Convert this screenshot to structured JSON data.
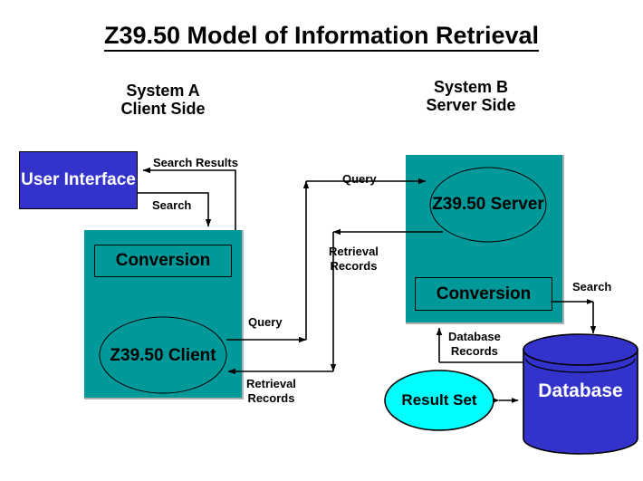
{
  "title": "Z39.50 Model of Information Retrieval",
  "systems": {
    "a": "System A\nClient Side",
    "b": "System B\nServer Side"
  },
  "nodes": {
    "user_interface": "User\nInterface",
    "conversion_client": "Conversion",
    "z3950_client": "Z39.50\nClient",
    "z3950_server": "Z39.50\nServer",
    "conversion_server": "Conversion",
    "result_set": "Result Set",
    "database": "Database"
  },
  "edges": {
    "search_results": "Search Results",
    "search_left": "Search",
    "query_top": "Query",
    "retrieval_records_mid": "Retrieval\nRecords",
    "query_bottom": "Query",
    "retrieval_records_bottom": "Retrieval\nRecords",
    "search_right": "Search",
    "database_records": "Database\nRecords"
  },
  "colors": {
    "teal_panel": "#009999",
    "blue_box": "#3333CC",
    "database_blue": "#3333CC",
    "result_set_cyan": "#00FFFF",
    "line": "#000000",
    "background": "#FFFFFF"
  }
}
